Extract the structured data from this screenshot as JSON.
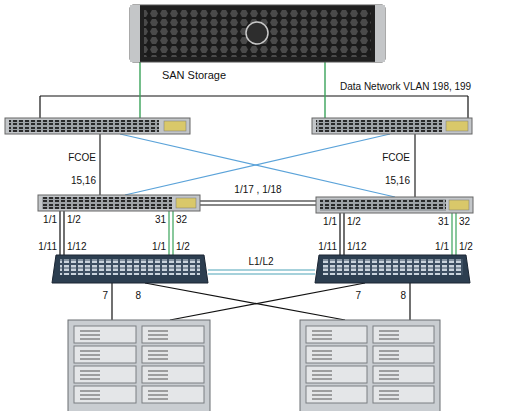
{
  "diagram": {
    "labels": [
      "SAN Storage",
      "Data Network VLAN 198, 199",
      "FCOE",
      "FCOE",
      "15,16",
      "15,16",
      "1/17 , 1/18",
      "1/1",
      "1/2",
      "31",
      "32",
      "1/1",
      "1/2",
      "31",
      "32",
      "1/11",
      "1/12",
      "1/1",
      "1/2",
      "1/11",
      "1/12",
      "1/1",
      "1/2",
      "L1/L2",
      "7",
      "8",
      "7",
      "8"
    ]
  }
}
